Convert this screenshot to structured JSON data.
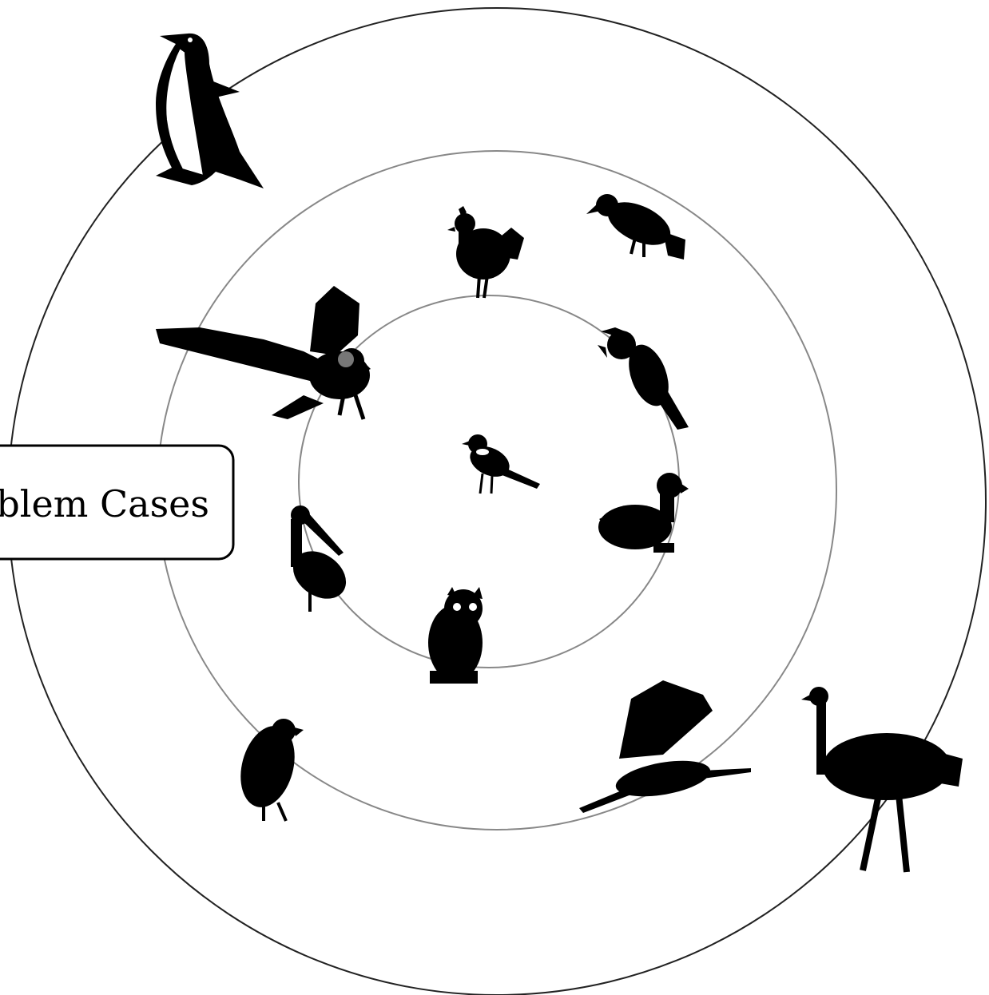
{
  "diagram": {
    "label": {
      "text": "oblem Cases"
    },
    "rings": [
      {
        "name": "outer-ring",
        "color": "#222222"
      },
      {
        "name": "middle-ring",
        "color": "#888888"
      },
      {
        "name": "inner-ring",
        "color": "#888888"
      }
    ],
    "birds": [
      "sparrow",
      "chicken",
      "crow",
      "cockatoo",
      "duck",
      "owl",
      "pelican",
      "eagle",
      "vulture",
      "heron",
      "penguin",
      "ostrich"
    ]
  }
}
